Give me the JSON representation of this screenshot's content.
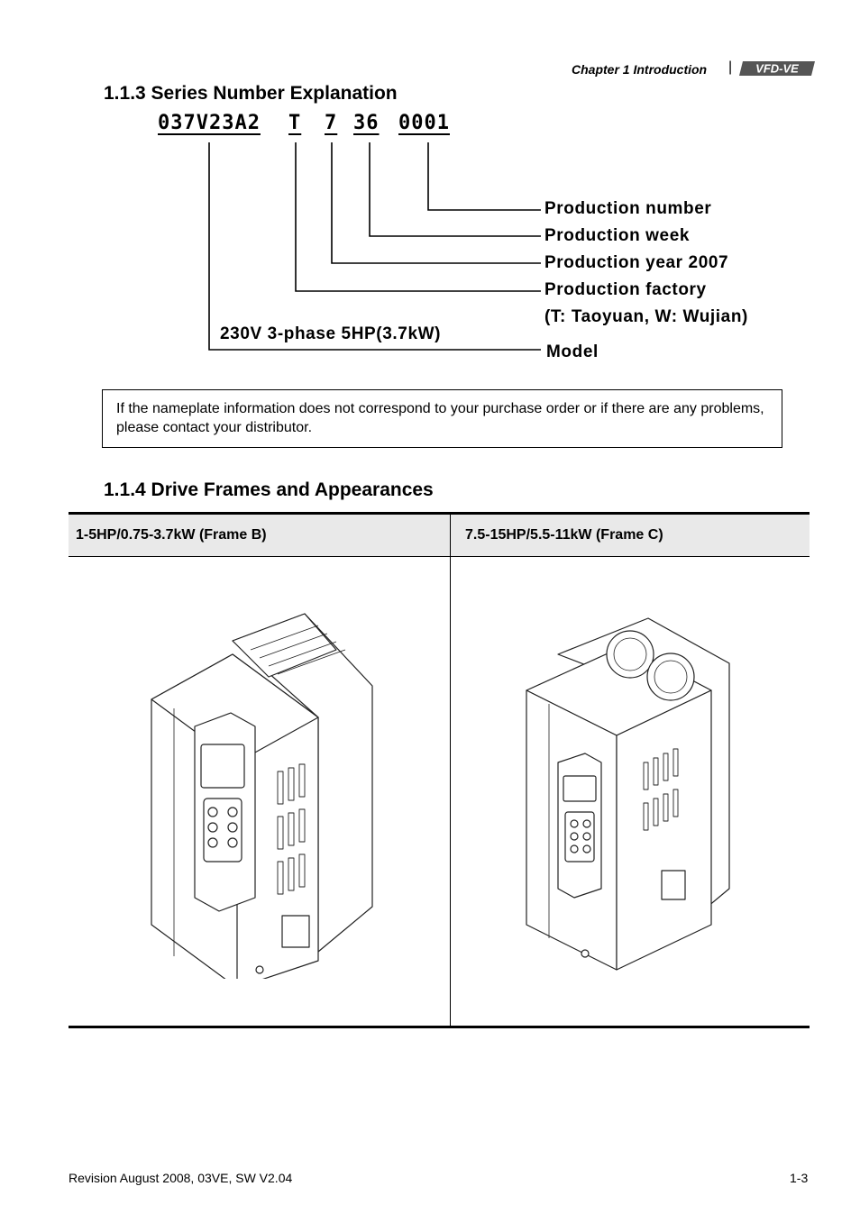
{
  "header": {
    "chapter": "Chapter 1 Introduction",
    "separator": "|",
    "logo_text": "VFD-VE"
  },
  "section_113": {
    "title": "1.1.3 Series Number Explanation",
    "serial_parts": [
      "037V23A2",
      "T",
      "7",
      "36",
      "0001"
    ],
    "labels": {
      "production_number": "Production number",
      "production_week": "Production week",
      "production_year": "Production year 2007",
      "production_factory": "Production factory",
      "factory_detail": "(T: Taoyuan, W: Wujian)",
      "model_spec": "230V 3-phase 5HP(3.7kW)",
      "model": "Model"
    }
  },
  "notice": {
    "text": "If the nameplate information does not correspond to your purchase order or if there are any problems, please contact your distributor."
  },
  "section_114": {
    "title": "1.1.4 Drive Frames and Appearances",
    "columns": [
      "1-5HP/0.75-3.7kW (Frame B)",
      "7.5-15HP/5.5-11kW (Frame C)"
    ]
  },
  "footer": {
    "revision": "Revision August 2008, 03VE, SW V2.04",
    "page": "1-3"
  }
}
